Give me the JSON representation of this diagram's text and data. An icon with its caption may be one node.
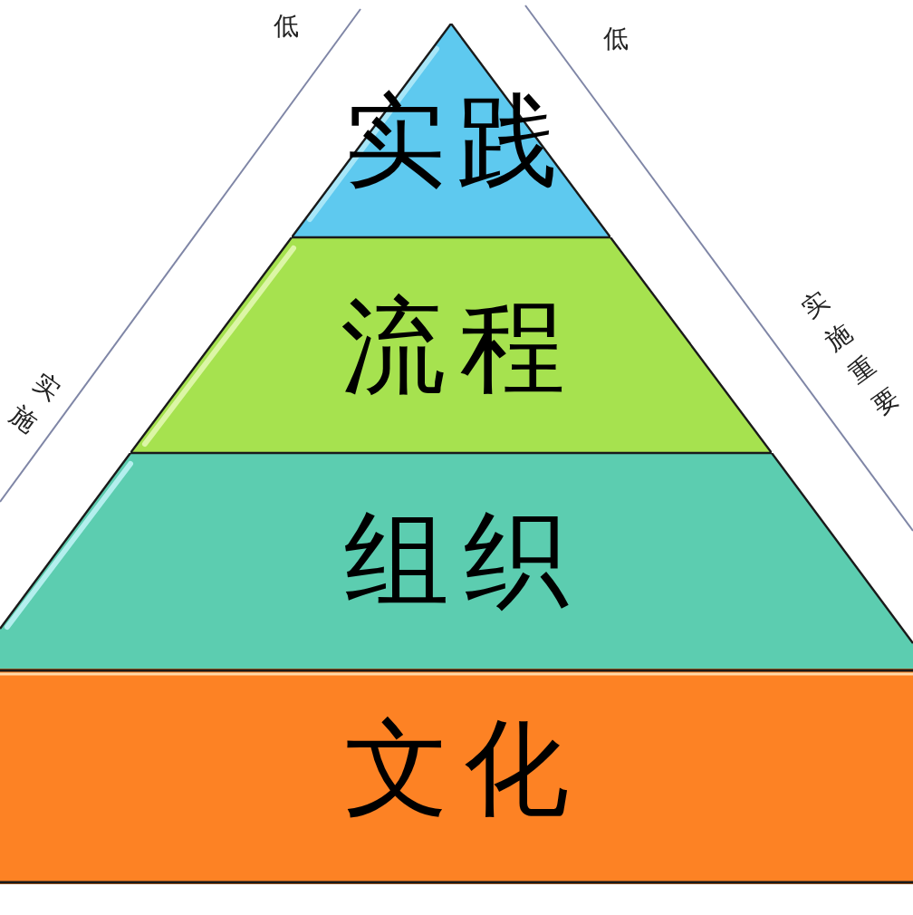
{
  "diagram": {
    "nodes": [
      {
        "text": [
          "实践"
        ]
      },
      {
        "text": [
          "流程"
        ]
      },
      {
        "text": [
          "组织"
        ]
      },
      {
        "text": [
          "文化"
        ]
      }
    ],
    "labels": [
      "低",
      "低",
      "实施重要",
      "实施"
    ]
  }
}
